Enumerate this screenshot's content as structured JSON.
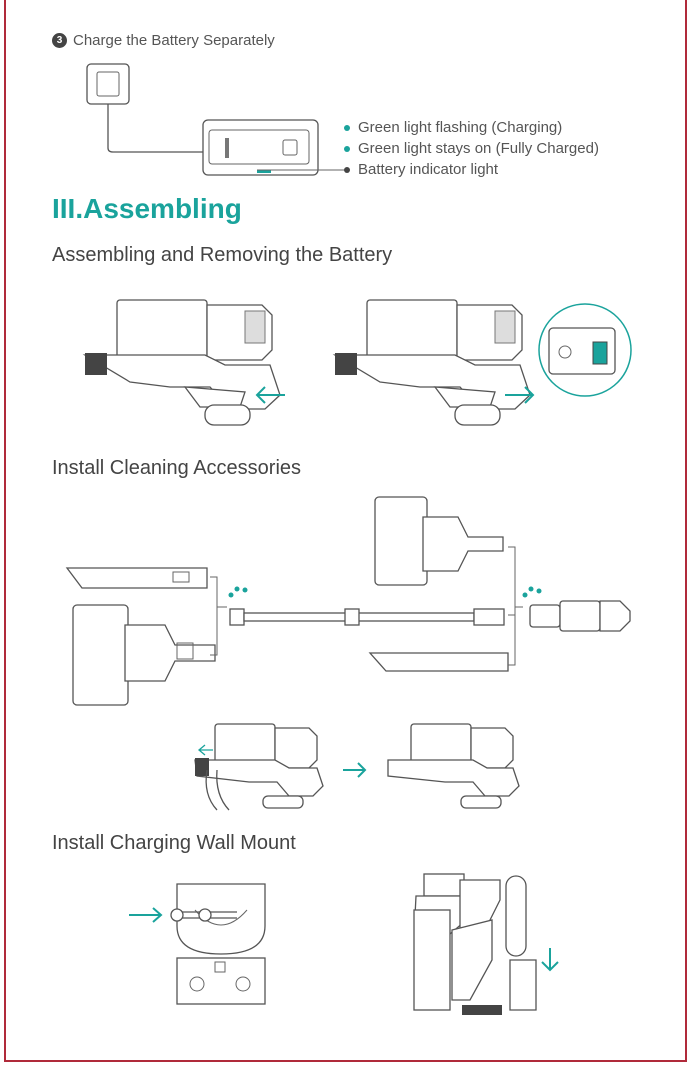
{
  "step": {
    "number": "3",
    "title": "Charge the Battery Separately"
  },
  "legend": [
    {
      "text": "Green light flashing (Charging)",
      "color": "#1aa39c"
    },
    {
      "text": "Green light stays on (Fully Charged)",
      "color": "#1aa39c"
    },
    {
      "text": "Battery indicator light",
      "color": "#444444"
    }
  ],
  "section_title": "III.Assembling",
  "subsections": {
    "battery": "Assembling and Removing the Battery",
    "accessories": "Install Cleaning Accessories",
    "wall_mount": "Install Charging Wall Mount"
  },
  "colors": {
    "accent": "#1aa39c",
    "border": "#b02a3a"
  }
}
